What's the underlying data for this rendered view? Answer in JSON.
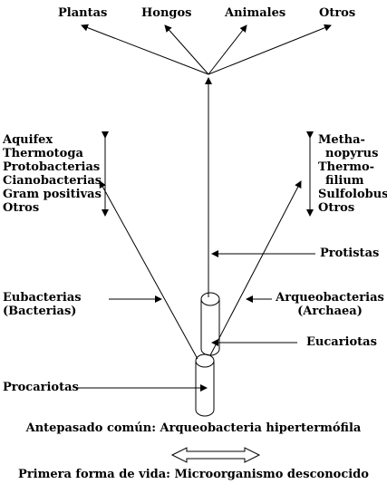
{
  "top_branches": [
    "Plantas",
    "Hongos",
    "Animales",
    "Otros"
  ],
  "bacteria_list": [
    "Aquifex",
    "Thermotoga",
    "Protobacterias",
    "Cianobacterias",
    "Gram positivas",
    "Otros"
  ],
  "archaea_list": [
    "Metha-",
    "nopyrus",
    "Thermo-",
    "filium",
    "Sulfolobus",
    "Otros"
  ],
  "labels": {
    "protistas": "Protistas",
    "eubacterias_line1": "Eubacterias",
    "eubacterias_line2": "(Bacterias)",
    "arqueobacterias_line1": "Arqueobacterias",
    "arqueobacterias_line2": "(Archaea)",
    "eucariotas": "Eucariotas",
    "procariotas": "Procariotas"
  },
  "bottom": {
    "ancestor": "Antepasado común: Arqueobacteria hipertermófila",
    "first_life": "Primera forma de vida: Microorganismo desconocido"
  }
}
